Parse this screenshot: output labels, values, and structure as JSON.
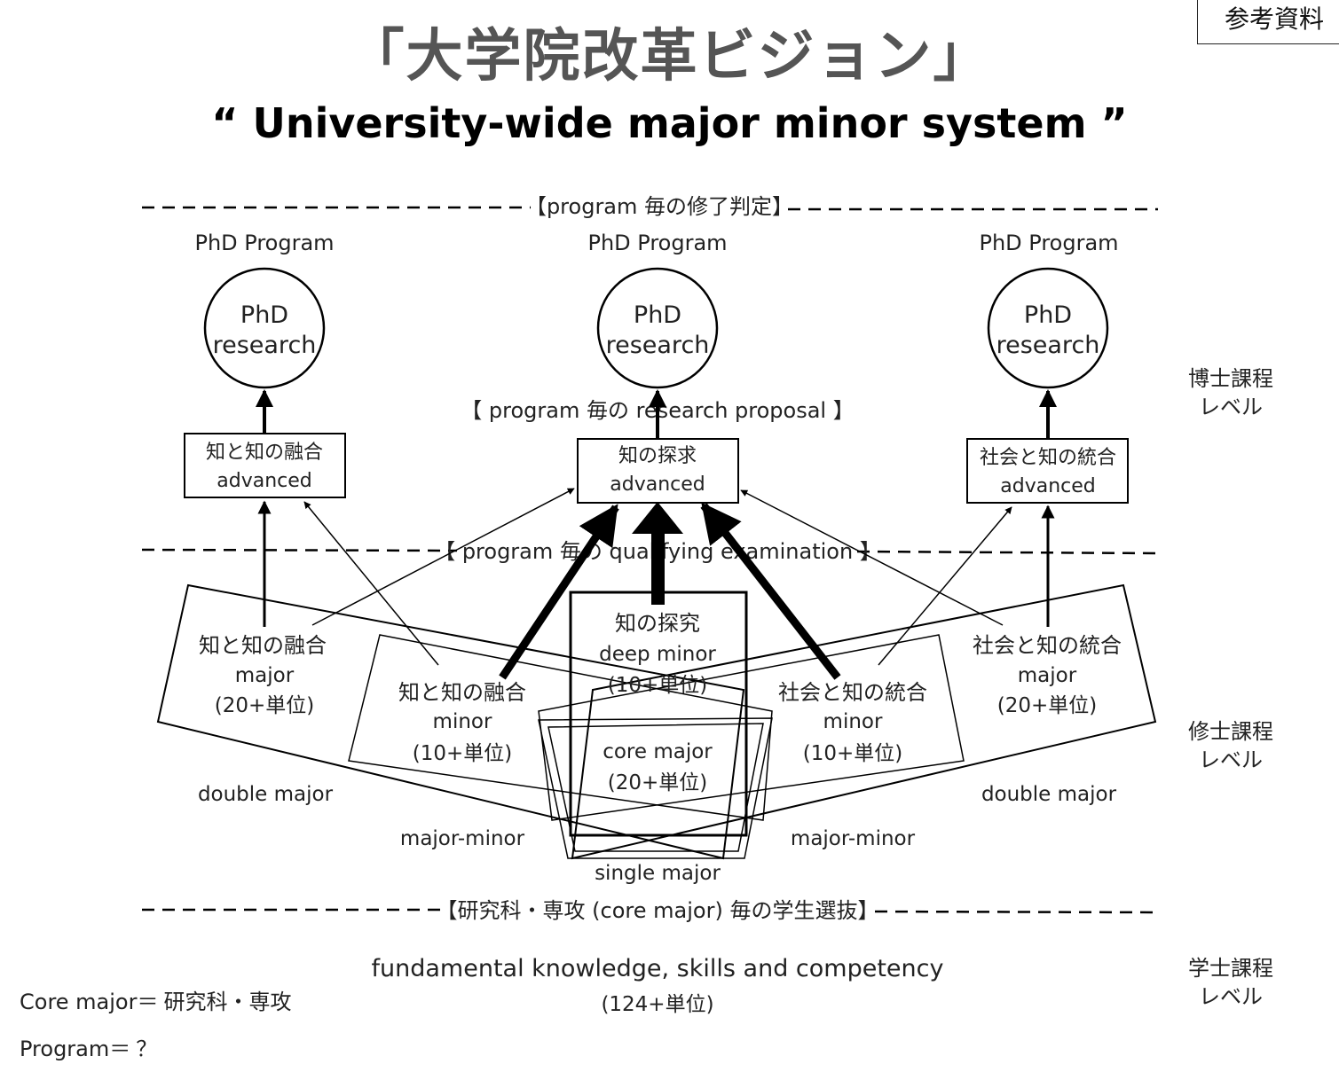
{
  "reference_tag": "参考資料",
  "title": "「大学院改革ビジョン」",
  "subtitle": "“ University-wide major minor system ”",
  "dividers": {
    "top": "【program 毎の修了判定】",
    "proposal": "【 program 毎の research proposal 】",
    "qualifying": "【 program 毎の qualifying examination 】",
    "selection": "【研究科・専攻 (core major) 毎の学生選抜】"
  },
  "phd_programs": [
    {
      "header": "PhD Program",
      "circle_line1": "PhD",
      "circle_line2": "research"
    },
    {
      "header": "PhD Program",
      "circle_line1": "PhD",
      "circle_line2": "research"
    },
    {
      "header": "PhD Program",
      "circle_line1": "PhD",
      "circle_line2": "research"
    }
  ],
  "advanced_boxes": [
    {
      "line1": "知と知の融合",
      "line2": "advanced"
    },
    {
      "line1": "知の探求",
      "line2": "advanced"
    },
    {
      "line1": "社会と知の統合",
      "line2": "advanced"
    }
  ],
  "master_units": {
    "left_major": {
      "line1": "知と知の融合",
      "line2": "major",
      "line3": "(20+単位)"
    },
    "left_minor": {
      "line1": "知と知の融合",
      "line2": "minor",
      "line3": "(10+単位)"
    },
    "deep_minor": {
      "line1": "知の探究",
      "line2": "deep minor",
      "line3": "(10+単位)"
    },
    "core_major": {
      "line1": "core major",
      "line2": "(20+単位)"
    },
    "right_minor": {
      "line1": "社会と知の統合",
      "line2": "minor",
      "line3": "(10+単位)"
    },
    "right_major": {
      "line1": "社会と知の統合",
      "line2": "major",
      "line3": "(20+単位)"
    }
  },
  "combination_labels": {
    "double_major_left": "double major",
    "double_major_right": "double major",
    "major_minor_left": "major-minor",
    "major_minor_right": "major-minor",
    "single_major": "single major"
  },
  "bachelor": {
    "line1": "fundamental knowledge, skills and competency",
    "line2": "(124+単位)"
  },
  "levels": {
    "doctor": {
      "line1": "博士課程",
      "line2": "レベル"
    },
    "master": {
      "line1": "修士課程",
      "line2": "レベル"
    },
    "bachelor": {
      "line1": "学士課程",
      "line2": "レベル"
    }
  },
  "footnotes": {
    "core_major_label": "Core major＝",
    "core_major_value": "研究科・専攻",
    "program_label": "Program＝",
    "program_value": "？"
  }
}
